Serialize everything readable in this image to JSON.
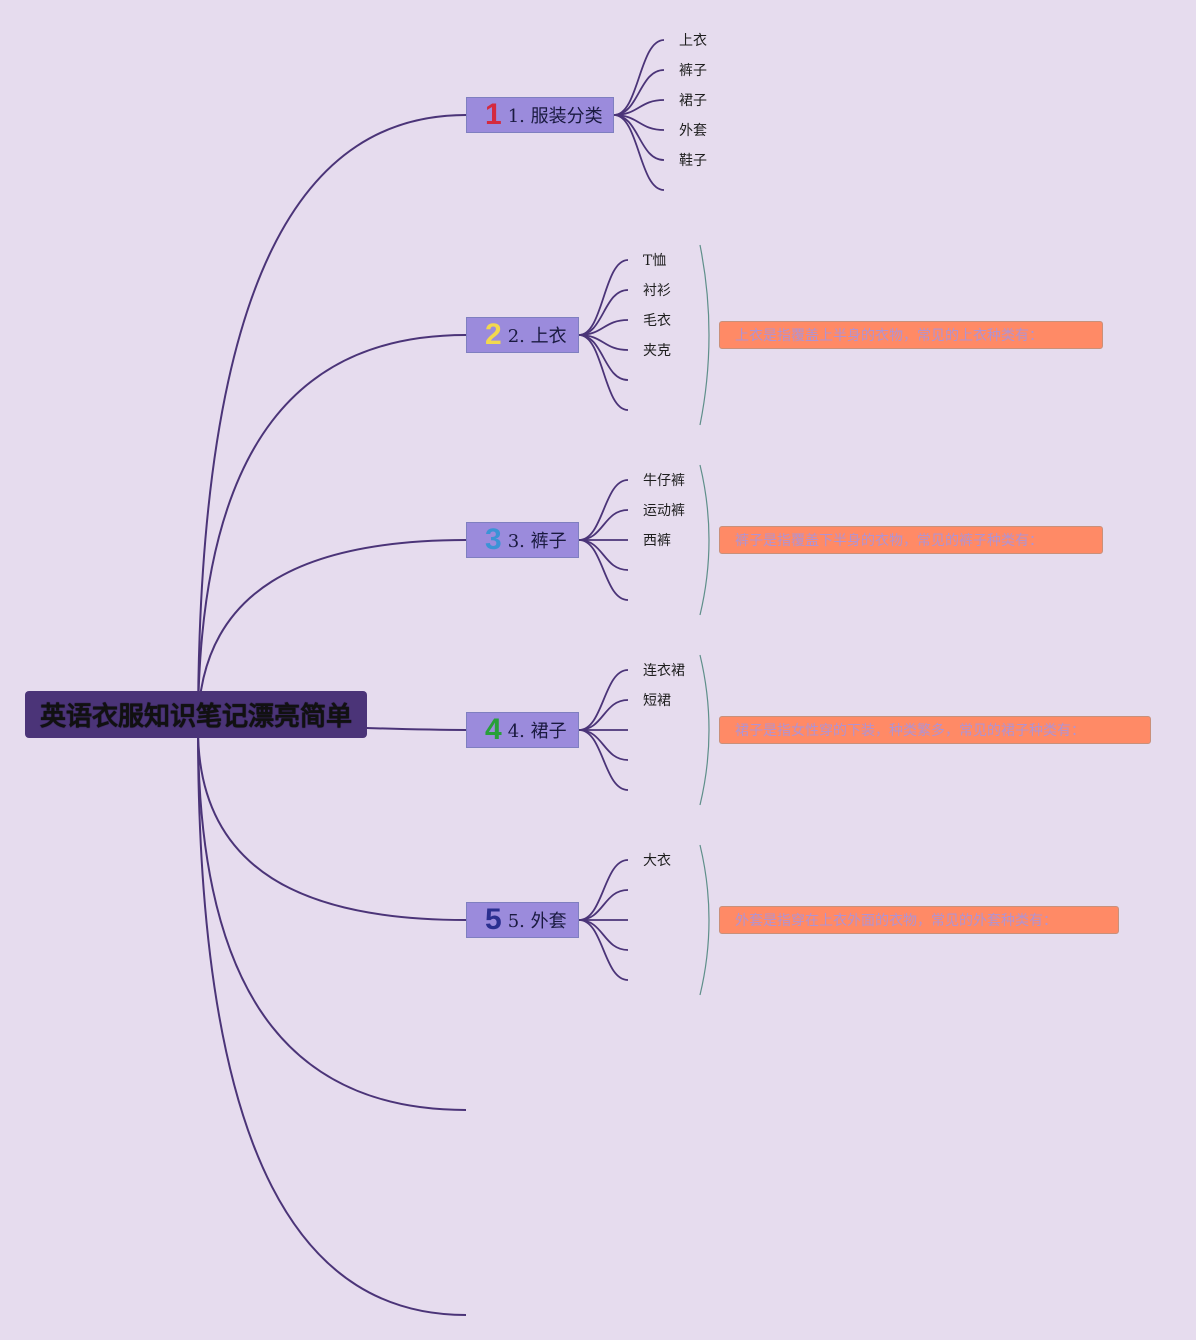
{
  "colors": {
    "background": "#e6dcee",
    "root_fill": "#4b3478",
    "branch_fill": "#9b8bdc",
    "connector": "#4b3478",
    "note_fill": "#ff8a66",
    "note_text": "#b093d2"
  },
  "root": {
    "title": "英语衣服知识笔记漂亮简单"
  },
  "branches": [
    {
      "number": "1",
      "label": "1. 服装分类",
      "items": [
        "上衣",
        "裤子",
        "裙子",
        "外套",
        "鞋子"
      ]
    },
    {
      "number": "2",
      "label": "2. 上衣",
      "items": [
        "T恤",
        "衬衫",
        "毛衣",
        "夹克"
      ],
      "note": "上衣是指覆盖上半身的衣物，常见的上衣种类有："
    },
    {
      "number": "3",
      "label": "3. 裤子",
      "items": [
        "牛仔裤",
        "运动裤",
        "西裤"
      ],
      "note": "裤子是指覆盖下半身的衣物，常见的裤子种类有："
    },
    {
      "number": "4",
      "label": "4. 裙子",
      "items": [
        "连衣裙",
        "短裙"
      ],
      "note": "裙子是指女性穿的下装，种类繁多，常见的裙子种类有："
    },
    {
      "number": "5",
      "label": "5. 外套",
      "items": [
        "大衣"
      ],
      "note": "外套是指穿在上衣外面的衣物，常见的外套种类有："
    }
  ]
}
